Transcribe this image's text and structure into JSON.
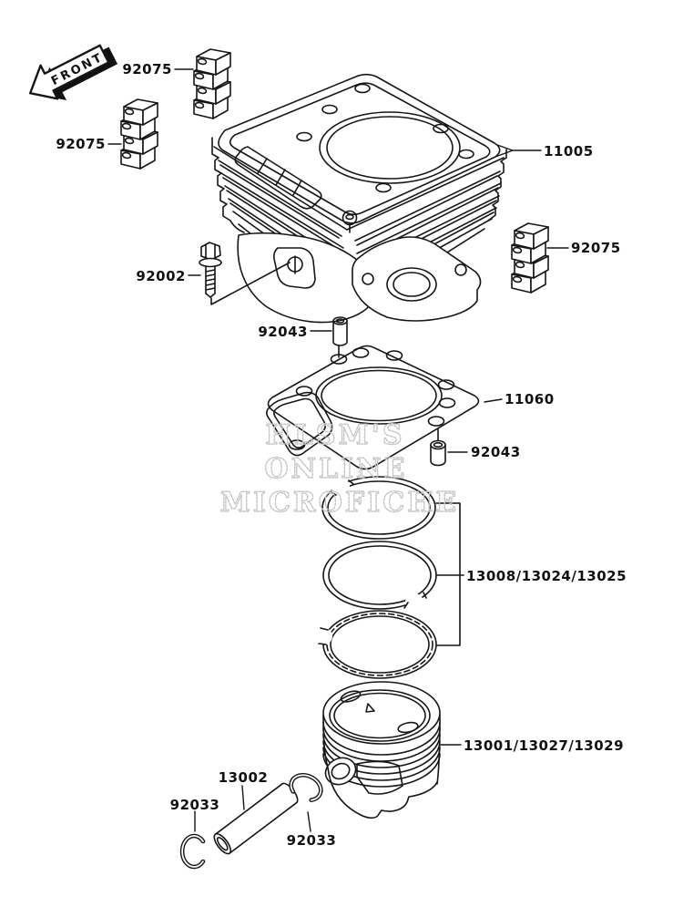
{
  "diagram": {
    "line_color": "#161616",
    "watermark_color": "#c6c6c6",
    "background": "#ffffff",
    "front_marker": "FRONT",
    "watermark": {
      "line1": "HLSM'S",
      "line2": "ONLINE",
      "line3": "MICROFICHE"
    },
    "callouts": {
      "damper_top": "92075",
      "damper_left": "92075",
      "damper_right": "92075",
      "cylinder": "11005",
      "cylinder_bolt": "92002",
      "dowel_pin_top": "92043",
      "base_gasket": "11060",
      "dowel_pin_right": "92043",
      "piston_ring_set": "13008/13024/13025",
      "piston": "13001/13027/13029",
      "piston_pin": "13002",
      "circlip_left": "92033",
      "circlip_right": "92033"
    }
  }
}
